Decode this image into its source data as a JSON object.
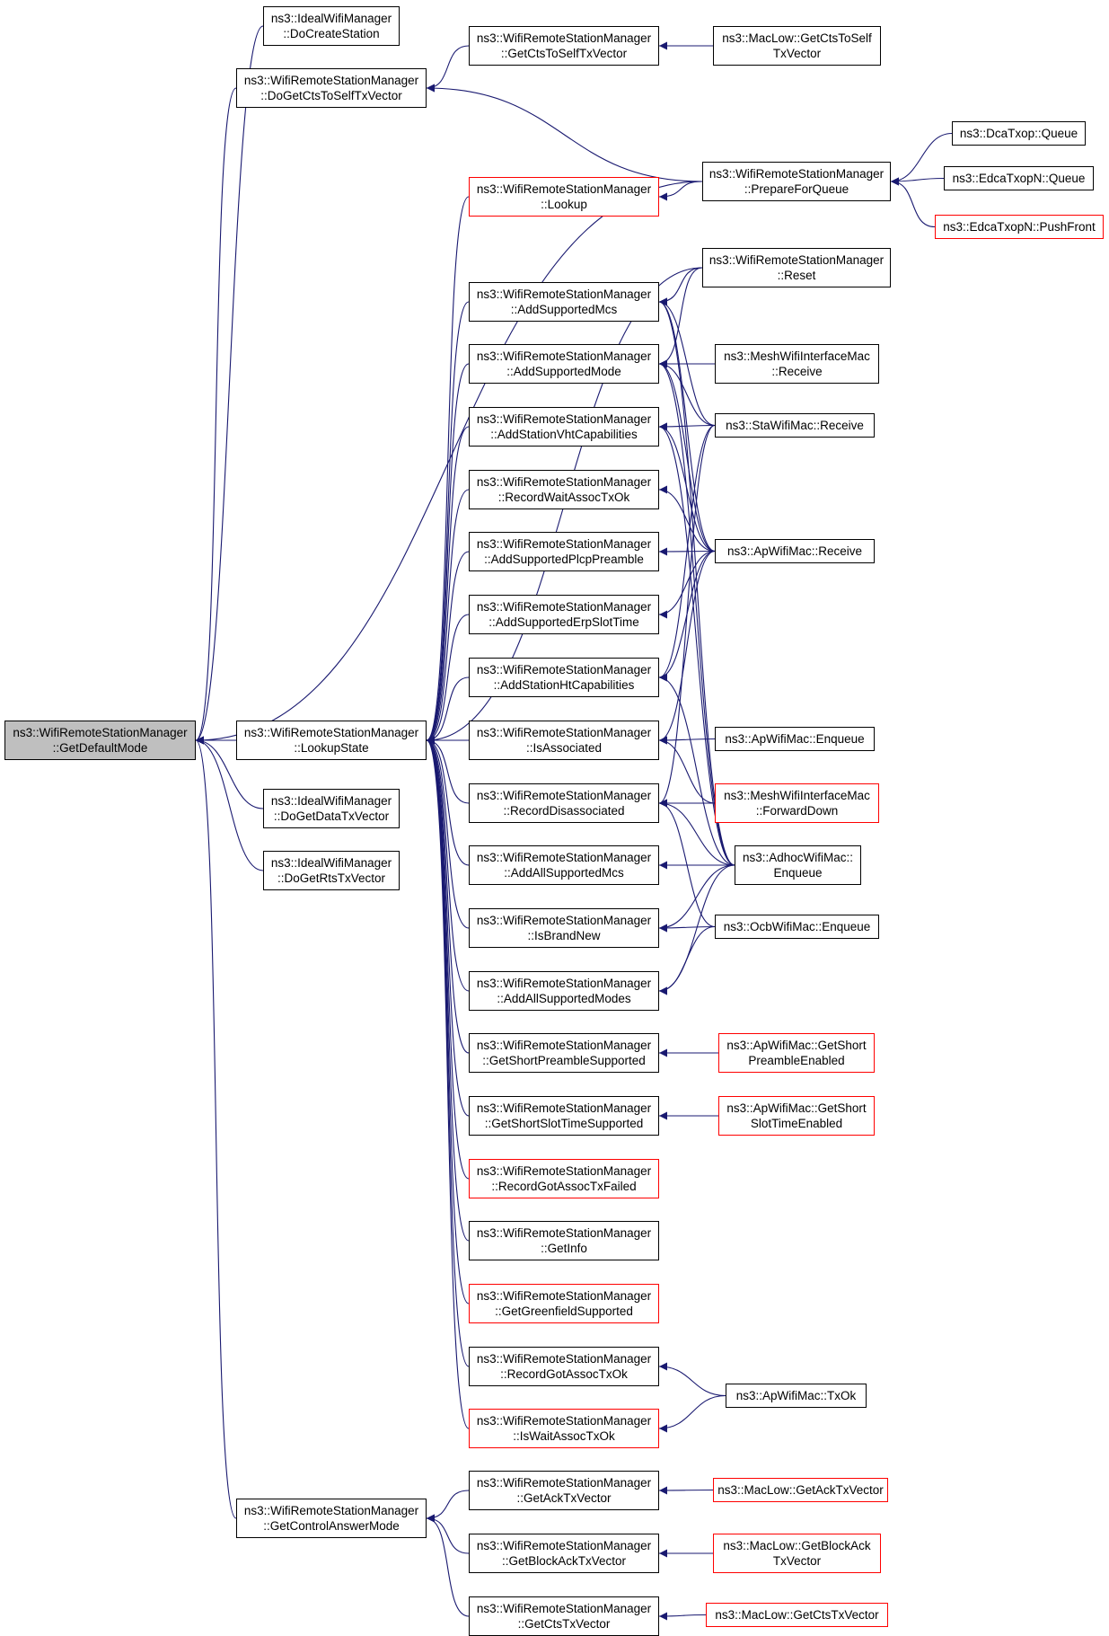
{
  "graph": {
    "colors": {
      "edge": "#191970",
      "normal_border": "#000000",
      "truncated_border": "#ff0000",
      "focus_fill": "#bfbfbf",
      "background": "#ffffff"
    },
    "nodes": [
      {
        "id": "getdefaultmode",
        "lines": [
          "ns3::WifiRemoteStationManager",
          "::GetDefaultMode"
        ],
        "kind": "focus"
      },
      {
        "id": "ideal-docreatestation",
        "lines": [
          "ns3::IdealWifiManager",
          "::DoCreateStation"
        ],
        "kind": "normal"
      },
      {
        "id": "dogetctstoselftxvector",
        "lines": [
          "ns3::WifiRemoteStationManager",
          "::DoGetCtsToSelfTxVector"
        ],
        "kind": "normal"
      },
      {
        "id": "lookupstate",
        "lines": [
          "ns3::WifiRemoteStationManager",
          "::LookupState"
        ],
        "kind": "normal"
      },
      {
        "id": "ideal-dogetdatatxvector",
        "lines": [
          "ns3::IdealWifiManager",
          "::DoGetDataTxVector"
        ],
        "kind": "normal"
      },
      {
        "id": "ideal-dogetrtstxvector",
        "lines": [
          "ns3::IdealWifiManager",
          "::DoGetRtsTxVector"
        ],
        "kind": "normal"
      },
      {
        "id": "getcontrolanswermode",
        "lines": [
          "ns3::WifiRemoteStationManager",
          "::GetControlAnswerMode"
        ],
        "kind": "normal"
      },
      {
        "id": "getctstoselftxvector",
        "lines": [
          "ns3::WifiRemoteStationManager",
          "::GetCtsToSelfTxVector"
        ],
        "kind": "normal"
      },
      {
        "id": "lookup",
        "lines": [
          "ns3::WifiRemoteStationManager",
          "::Lookup"
        ],
        "kind": "truncated"
      },
      {
        "id": "addsupportedmcs",
        "lines": [
          "ns3::WifiRemoteStationManager",
          "::AddSupportedMcs"
        ],
        "kind": "normal"
      },
      {
        "id": "addsupportedmode",
        "lines": [
          "ns3::WifiRemoteStationManager",
          "::AddSupportedMode"
        ],
        "kind": "normal"
      },
      {
        "id": "addstationvhtcapabilities",
        "lines": [
          "ns3::WifiRemoteStationManager",
          "::AddStationVhtCapabilities"
        ],
        "kind": "normal"
      },
      {
        "id": "recordwaitassoctxok",
        "lines": [
          "ns3::WifiRemoteStationManager",
          "::RecordWaitAssocTxOk"
        ],
        "kind": "normal"
      },
      {
        "id": "addsupportedplcppreamble",
        "lines": [
          "ns3::WifiRemoteStationManager",
          "::AddSupportedPlcpPreamble"
        ],
        "kind": "normal"
      },
      {
        "id": "addsupportederpslottime",
        "lines": [
          "ns3::WifiRemoteStationManager",
          "::AddSupportedErpSlotTime"
        ],
        "kind": "normal"
      },
      {
        "id": "addstationhtcapabilities",
        "lines": [
          "ns3::WifiRemoteStationManager",
          "::AddStationHtCapabilities"
        ],
        "kind": "normal"
      },
      {
        "id": "isassociated",
        "lines": [
          "ns3::WifiRemoteStationManager",
          "::IsAssociated"
        ],
        "kind": "normal"
      },
      {
        "id": "recorddisassociated",
        "lines": [
          "ns3::WifiRemoteStationManager",
          "::RecordDisassociated"
        ],
        "kind": "normal"
      },
      {
        "id": "addallsupportedmcs",
        "lines": [
          "ns3::WifiRemoteStationManager",
          "::AddAllSupportedMcs"
        ],
        "kind": "normal"
      },
      {
        "id": "isbrandnew",
        "lines": [
          "ns3::WifiRemoteStationManager",
          "::IsBrandNew"
        ],
        "kind": "normal"
      },
      {
        "id": "addallsupportedmodes",
        "lines": [
          "ns3::WifiRemoteStationManager",
          "::AddAllSupportedModes"
        ],
        "kind": "normal"
      },
      {
        "id": "getshortpreamblesupported",
        "lines": [
          "ns3::WifiRemoteStationManager",
          "::GetShortPreambleSupported"
        ],
        "kind": "normal"
      },
      {
        "id": "getshortslottimesupported",
        "lines": [
          "ns3::WifiRemoteStationManager",
          "::GetShortSlotTimeSupported"
        ],
        "kind": "normal"
      },
      {
        "id": "recordgotassoctxfailed",
        "lines": [
          "ns3::WifiRemoteStationManager",
          "::RecordGotAssocTxFailed"
        ],
        "kind": "truncated"
      },
      {
        "id": "getinfo",
        "lines": [
          "ns3::WifiRemoteStationManager",
          "::GetInfo"
        ],
        "kind": "normal"
      },
      {
        "id": "getgreenfieldsupported",
        "lines": [
          "ns3::WifiRemoteStationManager",
          "::GetGreenfieldSupported"
        ],
        "kind": "truncated"
      },
      {
        "id": "recordgotassoctxok",
        "lines": [
          "ns3::WifiRemoteStationManager",
          "::RecordGotAssocTxOk"
        ],
        "kind": "normal"
      },
      {
        "id": "iswaitassoctxok",
        "lines": [
          "ns3::WifiRemoteStationManager",
          "::IsWaitAssocTxOk"
        ],
        "kind": "truncated"
      },
      {
        "id": "getacktxvector",
        "lines": [
          "ns3::WifiRemoteStationManager",
          "::GetAckTxVector"
        ],
        "kind": "normal"
      },
      {
        "id": "getblockacktxvector",
        "lines": [
          "ns3::WifiRemoteStationManager",
          "::GetBlockAckTxVector"
        ],
        "kind": "normal"
      },
      {
        "id": "getctstxvector",
        "lines": [
          "ns3::WifiRemoteStationManager",
          "::GetCtsTxVector"
        ],
        "kind": "normal"
      },
      {
        "id": "maclow-getctstoselftxvector",
        "lines": [
          "ns3::MacLow::GetCtsToSelf",
          "TxVector"
        ],
        "kind": "normal"
      },
      {
        "id": "prepareforqueue",
        "lines": [
          "ns3::WifiRemoteStationManager",
          "::PrepareForQueue"
        ],
        "kind": "normal"
      },
      {
        "id": "reset",
        "lines": [
          "ns3::WifiRemoteStationManager",
          "::Reset"
        ],
        "kind": "normal"
      },
      {
        "id": "meshwifiinterfacemac-receive",
        "lines": [
          "ns3::MeshWifiInterfaceMac",
          "::Receive"
        ],
        "kind": "normal"
      },
      {
        "id": "stawifimac-receive",
        "lines": [
          "ns3::StaWifiMac::Receive"
        ],
        "kind": "normal"
      },
      {
        "id": "apwifimac-receive",
        "lines": [
          "ns3::ApWifiMac::Receive"
        ],
        "kind": "normal"
      },
      {
        "id": "apwifimac-enqueue",
        "lines": [
          "ns3::ApWifiMac::Enqueue"
        ],
        "kind": "normal"
      },
      {
        "id": "meshwifiinterfacemac-forwarddown",
        "lines": [
          "ns3::MeshWifiInterfaceMac",
          "::ForwardDown"
        ],
        "kind": "truncated"
      },
      {
        "id": "adhocwifimac-enqueue",
        "lines": [
          "ns3::AdhocWifiMac::",
          "Enqueue"
        ],
        "kind": "normal"
      },
      {
        "id": "ocbwifimac-enqueue",
        "lines": [
          "ns3::OcbWifiMac::Enqueue"
        ],
        "kind": "normal"
      },
      {
        "id": "apwifimac-getshortpreambleenabled",
        "lines": [
          "ns3::ApWifiMac::GetShort",
          "PreambleEnabled"
        ],
        "kind": "truncated"
      },
      {
        "id": "apwifimac-getshortslottimeenabled",
        "lines": [
          "ns3::ApWifiMac::GetShort",
          "SlotTimeEnabled"
        ],
        "kind": "truncated"
      },
      {
        "id": "apwifimac-txok",
        "lines": [
          "ns3::ApWifiMac::TxOk"
        ],
        "kind": "normal"
      },
      {
        "id": "maclow-getacktxvector",
        "lines": [
          "ns3::MacLow::GetAckTxVector"
        ],
        "kind": "truncated"
      },
      {
        "id": "maclow-getblockacktxvector",
        "lines": [
          "ns3::MacLow::GetBlockAck",
          "TxVector"
        ],
        "kind": "truncated"
      },
      {
        "id": "maclow-getctstxvector",
        "lines": [
          "ns3::MacLow::GetCtsTxVector"
        ],
        "kind": "truncated"
      },
      {
        "id": "dcatxop-queue",
        "lines": [
          "ns3::DcaTxop::Queue"
        ],
        "kind": "normal"
      },
      {
        "id": "edcatxopn-queue",
        "lines": [
          "ns3::EdcaTxopN::Queue"
        ],
        "kind": "normal"
      },
      {
        "id": "edcatxopn-pushfront",
        "lines": [
          "ns3::EdcaTxopN::PushFront"
        ],
        "kind": "truncated"
      }
    ],
    "edges": [
      [
        "ideal-docreatestation",
        "getdefaultmode"
      ],
      [
        "dogetctstoselftxvector",
        "getdefaultmode"
      ],
      [
        "prepareforqueue",
        "getdefaultmode"
      ],
      [
        "lookupstate",
        "getdefaultmode"
      ],
      [
        "ideal-dogetdatatxvector",
        "getdefaultmode"
      ],
      [
        "ideal-dogetrtstxvector",
        "getdefaultmode"
      ],
      [
        "getcontrolanswermode",
        "getdefaultmode"
      ],
      [
        "getctstoselftxvector",
        "dogetctstoselftxvector"
      ],
      [
        "prepareforqueue",
        "dogetctstoselftxvector"
      ],
      [
        "maclow-getctstoselftxvector",
        "getctstoselftxvector"
      ],
      [
        "lookup",
        "lookupstate"
      ],
      [
        "reset",
        "lookupstate"
      ],
      [
        "addsupportedmcs",
        "lookupstate"
      ],
      [
        "addsupportedmode",
        "lookupstate"
      ],
      [
        "addstationvhtcapabilities",
        "lookupstate"
      ],
      [
        "recordwaitassoctxok",
        "lookupstate"
      ],
      [
        "addsupportedplcppreamble",
        "lookupstate"
      ],
      [
        "addsupportederpslottime",
        "lookupstate"
      ],
      [
        "addstationhtcapabilities",
        "lookupstate"
      ],
      [
        "isassociated",
        "lookupstate"
      ],
      [
        "recorddisassociated",
        "lookupstate"
      ],
      [
        "addallsupportedmcs",
        "lookupstate"
      ],
      [
        "isbrandnew",
        "lookupstate"
      ],
      [
        "addallsupportedmodes",
        "lookupstate"
      ],
      [
        "getshortpreamblesupported",
        "lookupstate"
      ],
      [
        "getshortslottimesupported",
        "lookupstate"
      ],
      [
        "recordgotassoctxfailed",
        "lookupstate"
      ],
      [
        "getinfo",
        "lookupstate"
      ],
      [
        "getgreenfieldsupported",
        "lookupstate"
      ],
      [
        "recordgotassoctxok",
        "lookupstate"
      ],
      [
        "iswaitassoctxok",
        "lookupstate"
      ],
      [
        "prepareforqueue",
        "lookup"
      ],
      [
        "reset",
        "addsupportedmcs"
      ],
      [
        "stawifimac-receive",
        "addsupportedmcs"
      ],
      [
        "apwifimac-receive",
        "addsupportedmcs"
      ],
      [
        "adhocwifimac-enqueue",
        "addsupportedmcs"
      ],
      [
        "reset",
        "addsupportedmode"
      ],
      [
        "meshwifiinterfacemac-receive",
        "addsupportedmode"
      ],
      [
        "stawifimac-receive",
        "addsupportedmode"
      ],
      [
        "apwifimac-receive",
        "addsupportedmode"
      ],
      [
        "adhocwifimac-enqueue",
        "addsupportedmode"
      ],
      [
        "stawifimac-receive",
        "addstationvhtcapabilities"
      ],
      [
        "apwifimac-receive",
        "addstationvhtcapabilities"
      ],
      [
        "adhocwifimac-enqueue",
        "addstationvhtcapabilities"
      ],
      [
        "apwifimac-receive",
        "recordwaitassoctxok"
      ],
      [
        "apwifimac-receive",
        "addsupportedplcppreamble"
      ],
      [
        "apwifimac-receive",
        "addsupportederpslottime"
      ],
      [
        "stawifimac-receive",
        "addstationhtcapabilities"
      ],
      [
        "apwifimac-receive",
        "addstationhtcapabilities"
      ],
      [
        "adhocwifimac-enqueue",
        "addstationhtcapabilities"
      ],
      [
        "apwifimac-receive",
        "isassociated"
      ],
      [
        "apwifimac-enqueue",
        "isassociated"
      ],
      [
        "meshwifiinterfacemac-forwarddown",
        "isassociated"
      ],
      [
        "stawifimac-receive",
        "recorddisassociated"
      ],
      [
        "meshwifiinterfacemac-forwarddown",
        "recorddisassociated"
      ],
      [
        "adhocwifimac-enqueue",
        "recorddisassociated"
      ],
      [
        "ocbwifimac-enqueue",
        "recorddisassociated"
      ],
      [
        "adhocwifimac-enqueue",
        "addallsupportedmcs"
      ],
      [
        "adhocwifimac-enqueue",
        "isbrandnew"
      ],
      [
        "ocbwifimac-enqueue",
        "isbrandnew"
      ],
      [
        "adhocwifimac-enqueue",
        "addallsupportedmodes"
      ],
      [
        "ocbwifimac-enqueue",
        "addallsupportedmodes"
      ],
      [
        "apwifimac-getshortpreambleenabled",
        "getshortpreamblesupported"
      ],
      [
        "apwifimac-getshortslottimeenabled",
        "getshortslottimesupported"
      ],
      [
        "apwifimac-txok",
        "recordgotassoctxok"
      ],
      [
        "apwifimac-txok",
        "iswaitassoctxok"
      ],
      [
        "getacktxvector",
        "getcontrolanswermode"
      ],
      [
        "getblockacktxvector",
        "getcontrolanswermode"
      ],
      [
        "getctstxvector",
        "getcontrolanswermode"
      ],
      [
        "maclow-getacktxvector",
        "getacktxvector"
      ],
      [
        "maclow-getblockacktxvector",
        "getblockacktxvector"
      ],
      [
        "maclow-getctstxvector",
        "getctstxvector"
      ],
      [
        "dcatxop-queue",
        "prepareforqueue"
      ],
      [
        "edcatxopn-queue",
        "prepareforqueue"
      ],
      [
        "edcatxopn-pushfront",
        "prepareforqueue"
      ]
    ]
  }
}
